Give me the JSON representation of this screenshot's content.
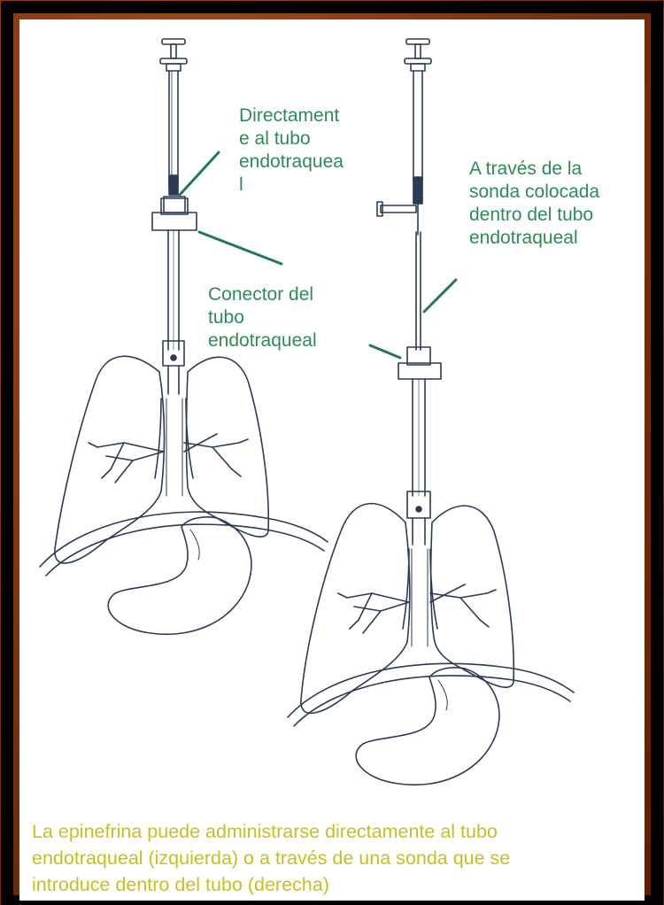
{
  "labels": {
    "direct": [
      "Directament",
      "e al tubo",
      "endotraquea",
      "l"
    ],
    "probe": [
      "A través de la",
      "sonda colocada",
      "dentro del tubo",
      "endotraqueal"
    ],
    "connector": [
      "Conector del",
      "tubo",
      "endotraqueal"
    ]
  },
  "caption": [
    "La epinefrina puede administrarse directamente al tubo",
    "endotraqueal (izquierda) o a través de una sonda que se",
    "introduce dentro del tubo (derecha)"
  ],
  "colors": {
    "frame": "#8c3306",
    "label": "#2e8b57",
    "caption": "#c8c01a",
    "leader": "#1f7a5a",
    "drawing": "#2c3a55"
  }
}
